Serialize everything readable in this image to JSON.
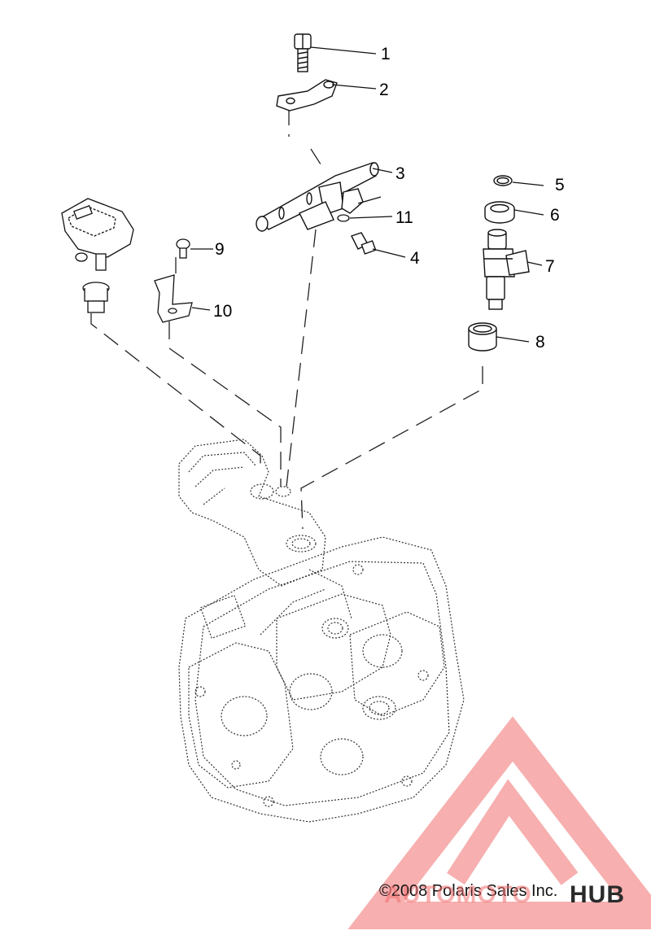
{
  "callouts": [
    {
      "id": "1",
      "label": "1"
    },
    {
      "id": "2",
      "label": "2"
    },
    {
      "id": "3",
      "label": "3"
    },
    {
      "id": "4",
      "label": "4"
    },
    {
      "id": "5",
      "label": "5"
    },
    {
      "id": "6",
      "label": "6"
    },
    {
      "id": "7",
      "label": "7"
    },
    {
      "id": "8",
      "label": "8"
    },
    {
      "id": "9",
      "label": "9"
    },
    {
      "id": "10",
      "label": "10"
    },
    {
      "id": "11",
      "label": "11"
    }
  ],
  "copyright": "©2008 Polaris Sales Inc.",
  "watermark": {
    "text_main": "AUTOMOTO",
    "text_tail": "HUB",
    "color": "#f26e6e"
  }
}
